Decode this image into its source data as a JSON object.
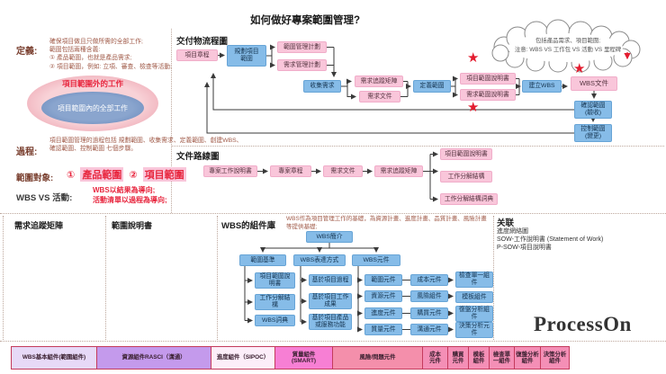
{
  "title": "如何做好專案範圍管理?",
  "watermark": "ProcessOn",
  "colors": {
    "pink_box": "#f9c6da",
    "blue_box": "#86bce8",
    "red_accent": "#e8273f",
    "lavender_segment": "#e7d9f7",
    "purple_segment": "#c49aec",
    "magenta_segment": "#f77fd4",
    "pink_segment": "#f48fb6"
  },
  "left_panel": {
    "definition_label": "定義:",
    "definition_text": "確保項目做且只做所需的全部工作;\n範圍包括兩種含義:\n① 產品範圍，也就是產品需求;\n② 項目範圍，例如: 立項、審查、檢查等活動;",
    "venn_outer_label": "項目範圍外的工作",
    "venn_inner_label": "項目範圍內的全部工作",
    "process_label": "過程:",
    "process_text": "項目範圍管理的過程包括 規劃範圍、收集需求、定義範圍、創建WBS、\n確認範圍、控制範圍 七個步驟。",
    "scope_object_label": "範圍對象:",
    "scope_items": [
      {
        "num": "①",
        "text": "產品範圍"
      },
      {
        "num": "②",
        "text": "項目範圍"
      }
    ],
    "wbs_vs_label": "WBS VS 活動:",
    "wbs_vs_text": "WBS以結果為導向;\n活動清單以過程為導向;"
  },
  "deliverable_flow": {
    "header": "交付物流程圖",
    "project_charter": "項目章程",
    "plan_scope": "規劃項目\n範圍",
    "scope_mgmt_plan": "範圍管理計劃",
    "req_mgmt_plan": "需求管理計劃",
    "collect_req": "收集需求",
    "req_trace_matrix": "需求追蹤矩陣",
    "req_doc": "需求文件",
    "define_scope": "定義範圍",
    "proj_scope_stmt": "項目範圍說明書",
    "req_scope_stmt": "需求範圍說明書",
    "create_wbs": "建立WBS",
    "wbs_doc": "WBS文件",
    "validate_scope": "確認範圍\n(驗收)",
    "control_scope": "控制範圍\n(變更)",
    "cloud_text": "包括產品需求、項目範圍;\n注意: WBS VS 工作包 VS 活動 VS 里程碑"
  },
  "document_flow": {
    "header": "文件路線圖",
    "sow": "專案工作說明書",
    "charter": "專案章程",
    "req_doc": "需求文件",
    "req_trace_matrix": "需求追蹤矩陣",
    "scope_stmt": "項目範圍說明書",
    "wbs_struct": "工作分解結構",
    "wbs_dict": "工作分解結構詞典"
  },
  "bottom_left": {
    "req_matrix_header": "需求追蹤矩陣",
    "scope_stmt_header": "範圍說明書"
  },
  "wbs_library": {
    "header": "WBS的組件庫",
    "description": "WBS作為項目管理工作的基礎，為資源計畫、進度計畫、品質計畫、風險計畫等提供基礎;",
    "root": "WBS簡介",
    "branch_scope_baseline": "範圍基準",
    "branch_expression": "WBS表達方式",
    "branch_elements": "WBS元件",
    "scope_baseline_items": [
      "項目範圍說\n明書",
      "工作分解結\n構",
      "WBS詞典"
    ],
    "expression_items": [
      "基於項目過程",
      "基於項目工作\n成果",
      "基於項目產品\n或服務功能"
    ],
    "element_grid": [
      [
        "範圍元件",
        "成本元件",
        "檢查單一組\n件"
      ],
      [
        "資源元件",
        "風險組件",
        "模板組件"
      ],
      [
        "進度元件",
        "購買元件",
        "復盤分析組\n件"
      ],
      [
        "質量元件",
        "溝通元件",
        "決策分析元\n件"
      ]
    ]
  },
  "related": {
    "header": "关联",
    "items": [
      "進度網絡圖",
      "SOW-工作說明書 (Statement of Work)",
      "P-SOW-項目說明書"
    ]
  },
  "bottom_bar": {
    "segments": [
      {
        "label": "WBS基本組件(範圍組件)"
      },
      {
        "label": "資源組件RASCI（溝通）"
      },
      {
        "label": "進度組件（SIPOC）"
      },
      {
        "label": "質量組件\n(SMART)"
      },
      {
        "label": "風險/問題元件"
      },
      {
        "label": "成本\n元件"
      },
      {
        "label": "購買\n元件"
      },
      {
        "label": "模板\n組件"
      },
      {
        "label": "檢查單\n一組件"
      },
      {
        "label": "復盤分析\n組件"
      },
      {
        "label": "決策分析\n組件"
      }
    ]
  }
}
